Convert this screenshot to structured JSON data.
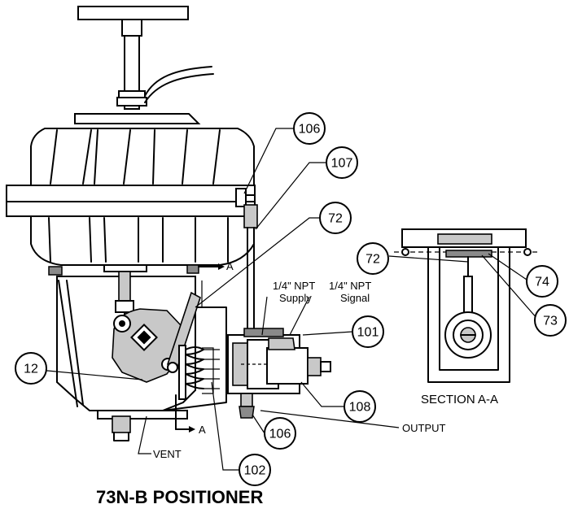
{
  "title": "73N-B POSITIONER",
  "section_label": "SECTION A-A",
  "labels": {
    "supply": [
      "1/4\" NPT",
      "Supply"
    ],
    "signal": [
      "1/4\" NPT",
      "Signal"
    ],
    "output": "OUTPUT",
    "vent": "VENT",
    "section_arrow": "A"
  },
  "callouts": [
    "106",
    "107",
    "72",
    "101",
    "12",
    "108",
    "106",
    "102",
    "72",
    "74",
    "73"
  ]
}
